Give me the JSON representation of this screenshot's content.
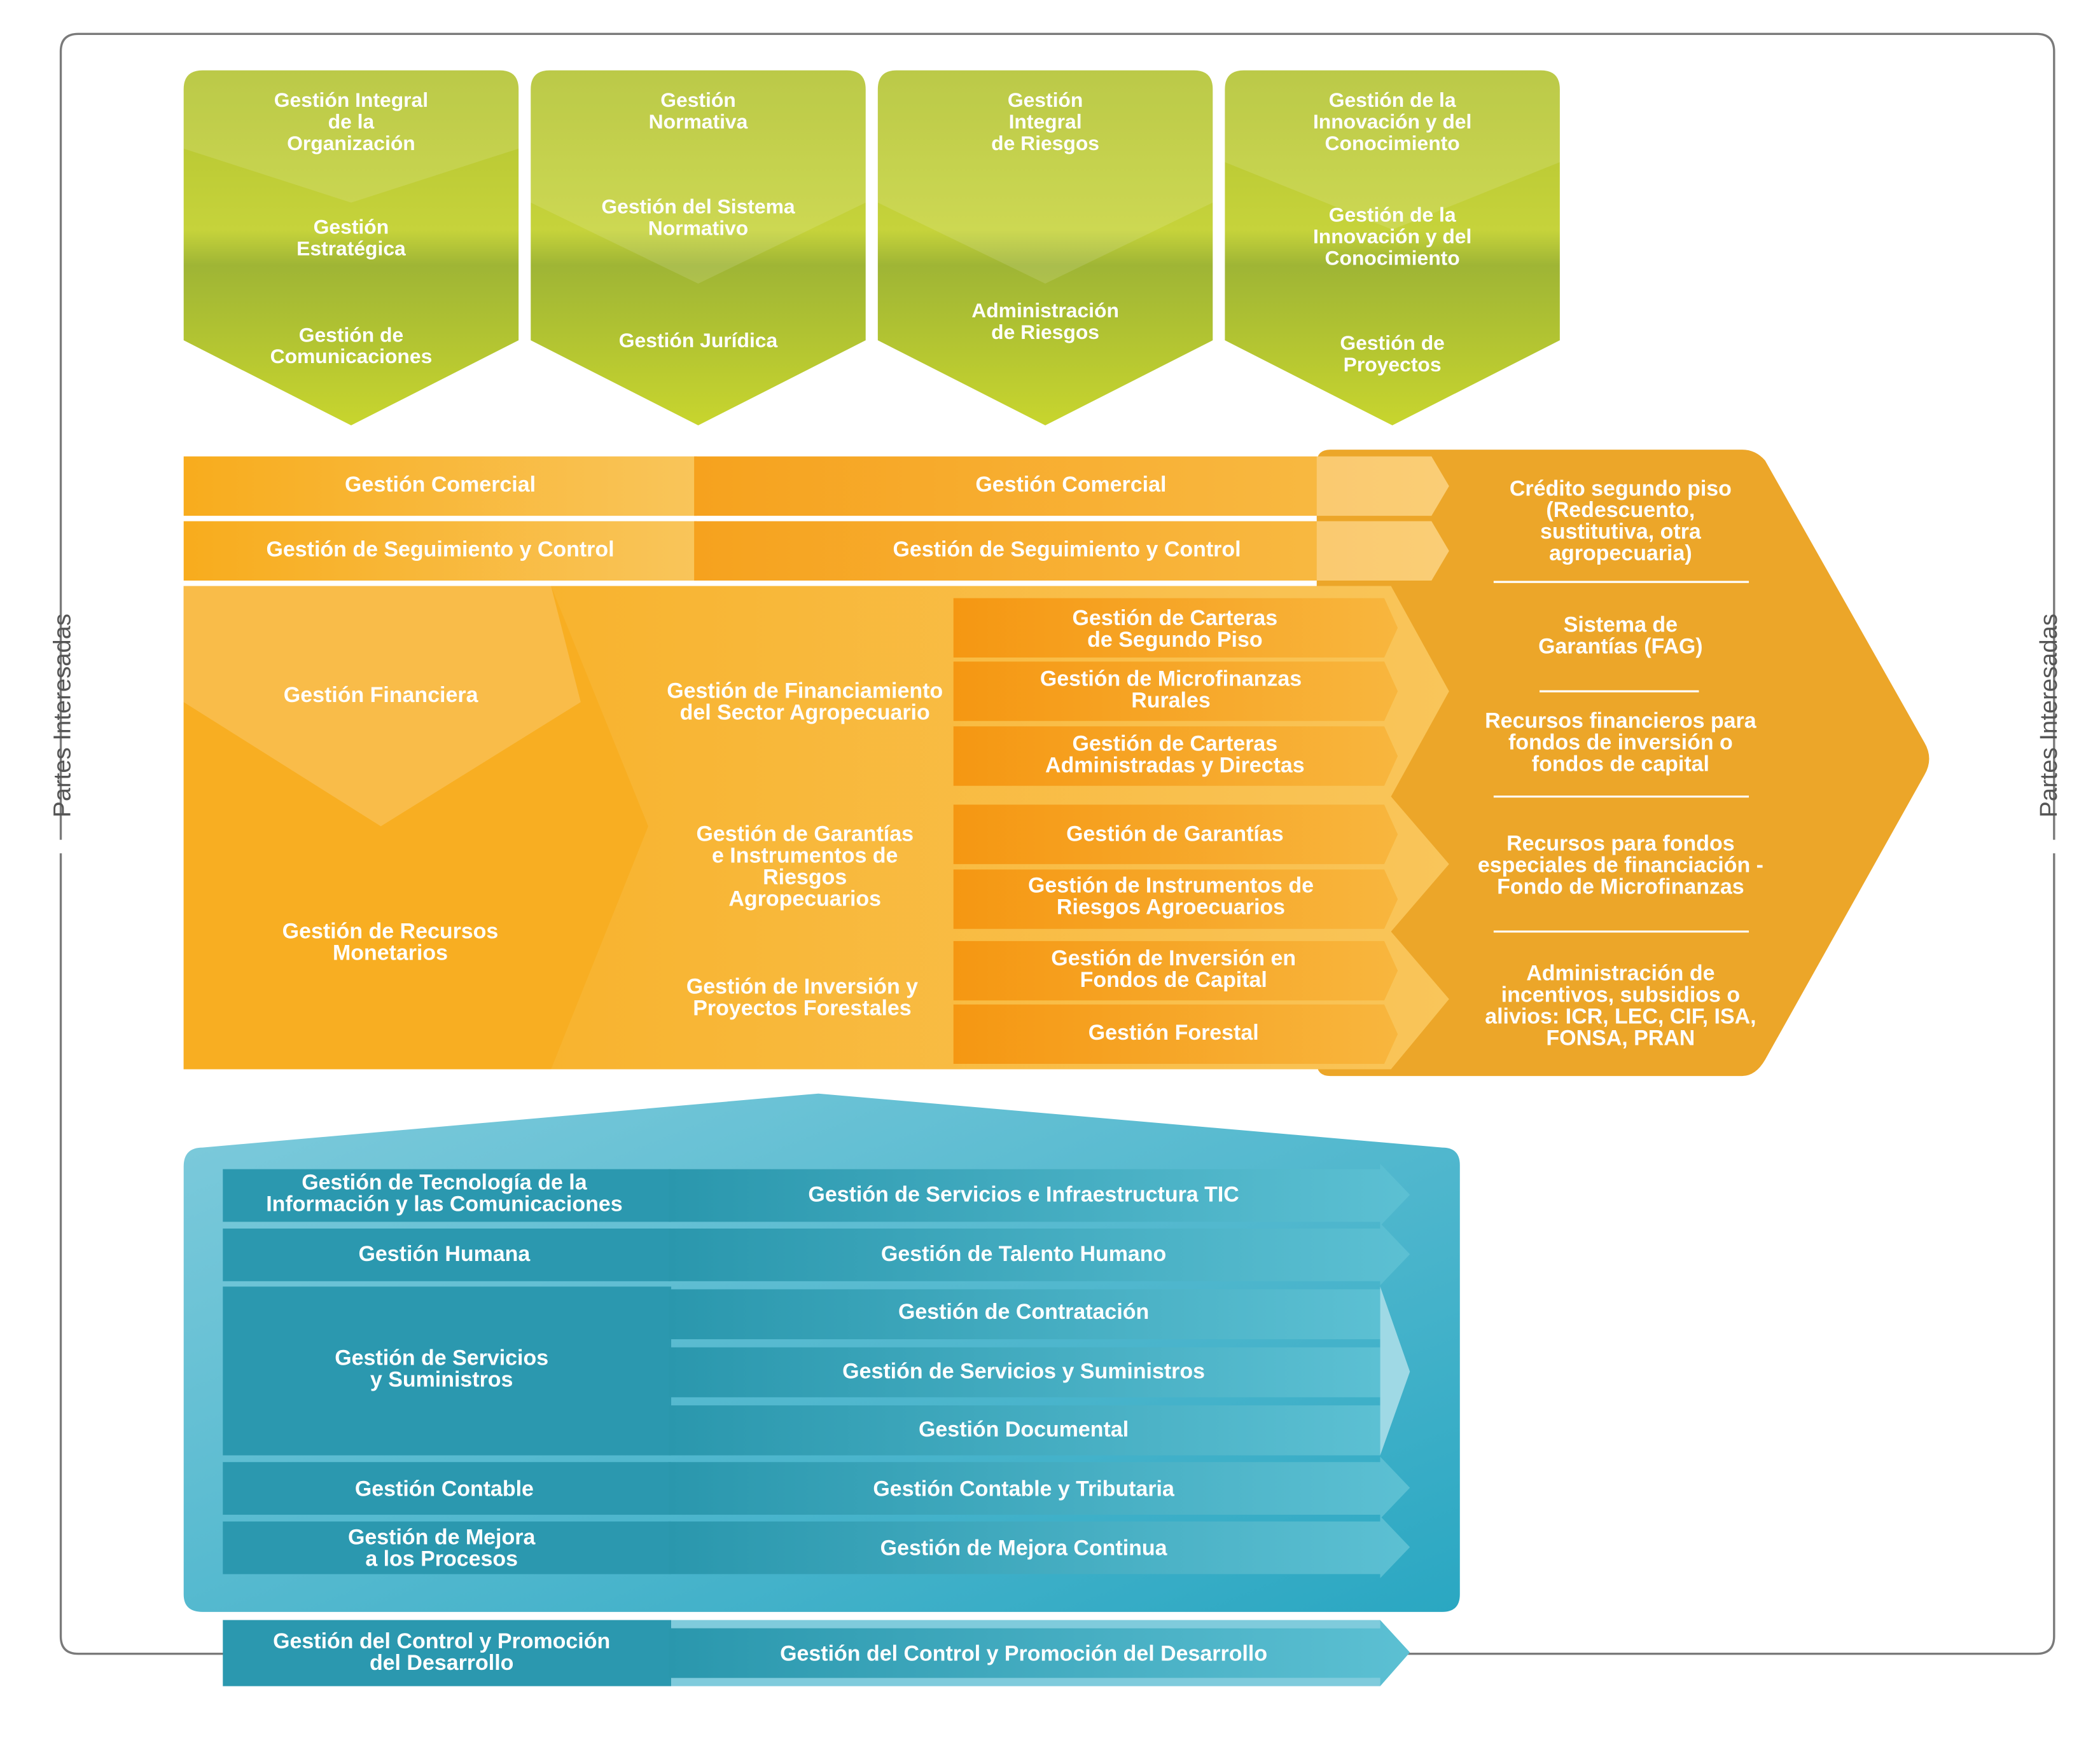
{
  "side_label": "Partes Interesadas",
  "colors": {
    "green_top": "#b4c32f",
    "green_bottom": "#c8d434",
    "orange": "#f7ad1c",
    "orange_dark": "#f59a1a",
    "gold": "#eca629",
    "teal": "#2a9eb8",
    "teal_light": "#5cc0d2",
    "frame": "#777777"
  },
  "strategic": [
    {
      "items": [
        "Gestión Integral de la Organización",
        "Gestión Estratégica",
        "Gestión de Comunicaciones"
      ]
    },
    {
      "items": [
        "Gestión Normativa",
        "Gestión del Sistema Normativo",
        "Gestión Jurídica"
      ]
    },
    {
      "items": [
        "Gestión Integral de Riesgos",
        "Administración de Riesgos"
      ]
    },
    {
      "items": [
        "Gestión de la Innovación y del Conocimiento",
        "Gestión de la Innovación y del Conocimiento",
        "Gestión de Proyectos"
      ]
    }
  ],
  "mission": {
    "row1": [
      "Gestión Comercial",
      "Gestión Comercial"
    ],
    "row2": [
      "Gestión  de Seguimiento y Control",
      "Gestión de Seguimiento y Control"
    ],
    "left": [
      "Gestión Financiera",
      "Gestión de Recursos Monetarios"
    ],
    "groups": [
      {
        "title": "Gestión de Financiamiento del Sector Agropecuario",
        "subs": [
          "Gestión de Carteras de Segundo Piso",
          "Gestión de Microfinanzas Rurales",
          "Gestión de Carteras Administradas y Directas"
        ]
      },
      {
        "title": "Gestión de Garantías e Instrumentos de Riesgos Agropecuarios",
        "subs": [
          "Gestión de Garantías",
          "Gestión de Instrumentos de Riesgos Agroecuarios"
        ]
      },
      {
        "title": "Gestión de Inversión y Proyectos Forestales",
        "subs": [
          "Gestión de  Inversión en Fondos de Capital",
          "Gestión Forestal"
        ]
      }
    ],
    "products": [
      "Crédito segundo piso (Redescuento, sustitutiva, otra agropecuaria)",
      "Sistema de Garantías (FAG)",
      "Recursos financieros para fondos de inversión o fondos de capital",
      "Recursos para fondos especiales de financiación - Fondo de Microfinanzas",
      "Administración de incentivos, subsidios o alivios: ICR, LEC, CIF, ISA, FONSA, PRAN"
    ]
  },
  "support": {
    "rows": [
      {
        "left": "Gestión de Tecnología de la Información y las Comunicaciones",
        "right": [
          "Gestión de Servicios e Infraestructura TIC"
        ]
      },
      {
        "left": "Gestión Humana",
        "right": [
          "Gestión de Talento Humano"
        ]
      },
      {
        "left": "Gestión de Servicios y Suministros",
        "right": [
          "Gestión de Contratación",
          "Gestión de Servicios  y Suministros",
          "Gestión Documental"
        ]
      },
      {
        "left": "Gestión Contable",
        "right": [
          "Gestión Contable y Tributaria"
        ]
      },
      {
        "left": "Gestión de Mejora a los Procesos",
        "right": [
          "Gestión de Mejora Continua"
        ]
      }
    ],
    "control": {
      "left": "Gestión del Control y Promoción del Desarrollo",
      "right": "Gestión del Control y Promoción del Desarrollo"
    }
  }
}
